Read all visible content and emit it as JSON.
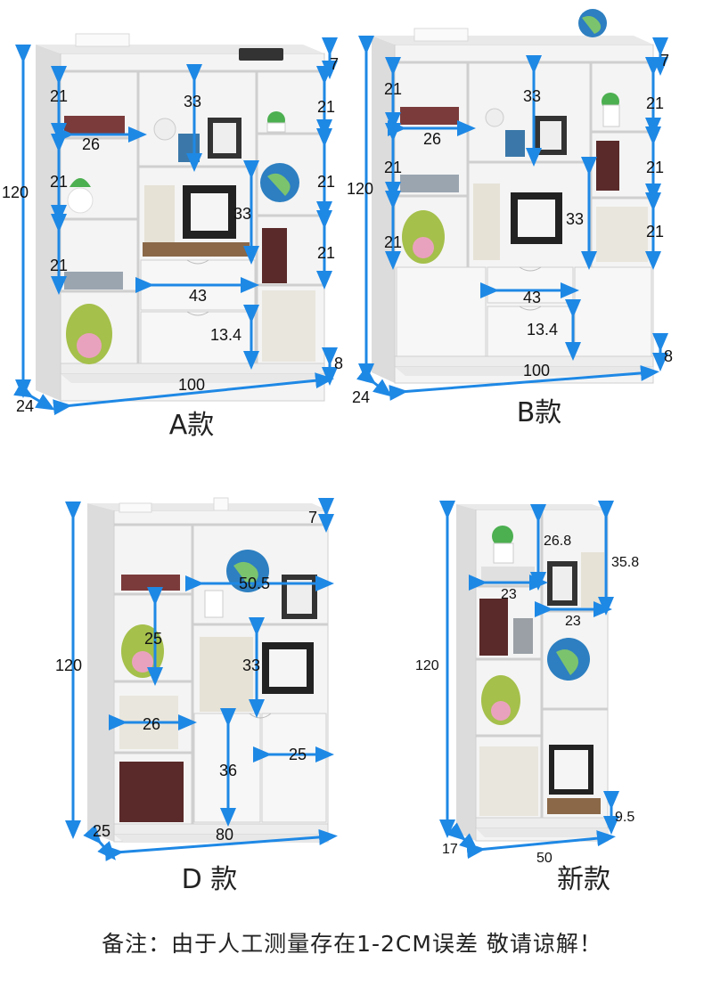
{
  "colors": {
    "dimension_line": "#1e88e5",
    "shelf": "#f2f2f2",
    "shelf_edge": "#cfcfcf",
    "backdrop": "#ffffff"
  },
  "models": {
    "a": {
      "caption": "A款",
      "dims": {
        "height": "120",
        "depth": "24",
        "width": "100",
        "base": "8",
        "top": "7",
        "left_h1": "21",
        "left_h2": "21",
        "left_h3": "21",
        "left_w": "26",
        "mid_h1": "33",
        "mid_h2": "33",
        "drawer_w": "43",
        "drawer_h": "13.4",
        "right_h1": "21",
        "right_h2": "21",
        "right_h3": "21"
      }
    },
    "b": {
      "caption": "B款",
      "dims": {
        "height": "120",
        "depth": "24",
        "width": "100",
        "base": "8",
        "top": "7",
        "left_h1": "21",
        "left_h2": "21",
        "left_h3": "21",
        "left_w": "26",
        "mid_h1": "33",
        "mid_h2": "33",
        "drawer_w": "43",
        "drawer_h": "13.4",
        "right_h1": "21",
        "right_h2": "21",
        "right_h3": "21"
      }
    },
    "d": {
      "caption": "D 款",
      "dims": {
        "height": "120",
        "depth": "25",
        "width": "80",
        "top": "7",
        "mid_w": "50.5",
        "left_h": "25",
        "left_w": "26",
        "mid_h": "33",
        "door_h": "36",
        "door_w": "25"
      }
    },
    "new": {
      "caption": "新款",
      "dims": {
        "height": "120",
        "depth": "17",
        "width": "50",
        "base": "9.5",
        "top_h": "26.8",
        "right_h": "35.8",
        "left_w": "23",
        "right_w": "23"
      }
    }
  },
  "note": "备注：由于人工测量存在1-2CM误差 敬请谅解！"
}
